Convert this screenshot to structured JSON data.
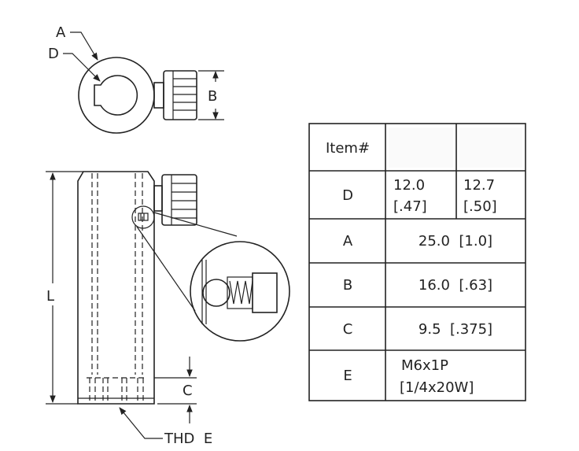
{
  "labels": {
    "a": "A",
    "d": "D",
    "b": "B",
    "l": "L",
    "c": "C",
    "thd": "THD  E"
  },
  "table": {
    "header": "Item#",
    "rows": [
      {
        "item": "D",
        "values": [
          "12.0",
          "[.47]",
          "12.7",
          "[.50]"
        ]
      },
      {
        "item": "A",
        "value": "25.0  [1.0]"
      },
      {
        "item": "B",
        "value": "16.0  [.63]"
      },
      {
        "item": "C",
        "value": "9.5  [.375]"
      },
      {
        "item": "E",
        "value_line1": "M6x1P",
        "value_line2": "[1/4x20W]"
      }
    ]
  }
}
